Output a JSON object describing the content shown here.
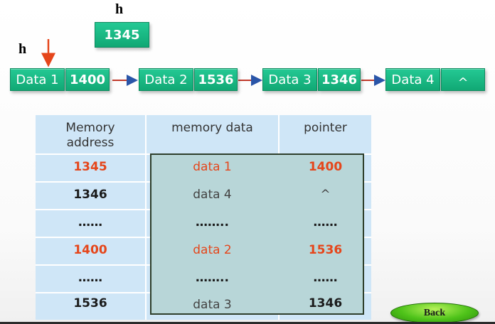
{
  "labels": {
    "top_h": "h",
    "left_h": "h"
  },
  "new_node": {
    "pointer": "1345"
  },
  "list_nodes": [
    {
      "data": "Data 1",
      "pointer": "1400"
    },
    {
      "data": "Data 2",
      "pointer": "1536"
    },
    {
      "data": "Data 3",
      "pointer": "1346"
    },
    {
      "data": "Data 4",
      "pointer": "^"
    }
  ],
  "table": {
    "headers": {
      "address": "Memory\naddress",
      "data": "memory data",
      "pointer": "pointer"
    },
    "rows": [
      {
        "address": "1345",
        "data": "data 1",
        "pointer": "1400",
        "highlight": true
      },
      {
        "address": "1346",
        "data": "data 4",
        "pointer": "^",
        "highlight": false
      },
      {
        "address": "……",
        "data": "……..",
        "pointer": "……",
        "highlight": false
      },
      {
        "address": "1400",
        "data": "data 2",
        "pointer": "1536",
        "highlight": true
      },
      {
        "address": "……",
        "data": "……..",
        "pointer": "……",
        "highlight": false
      },
      {
        "address": "1536",
        "data": "data 3",
        "pointer": "1346",
        "highlight": false
      }
    ]
  },
  "buttons": {
    "back": "Back"
  },
  "colors": {
    "node_green": "#17b982",
    "arrow_red": "#e5461b",
    "highlight_red": "#e5461b",
    "table_blue": "#cfe6f7"
  },
  "icons": {
    "pointer_arrow": "arrow-right-icon",
    "head_arrow": "arrow-down-icon"
  }
}
